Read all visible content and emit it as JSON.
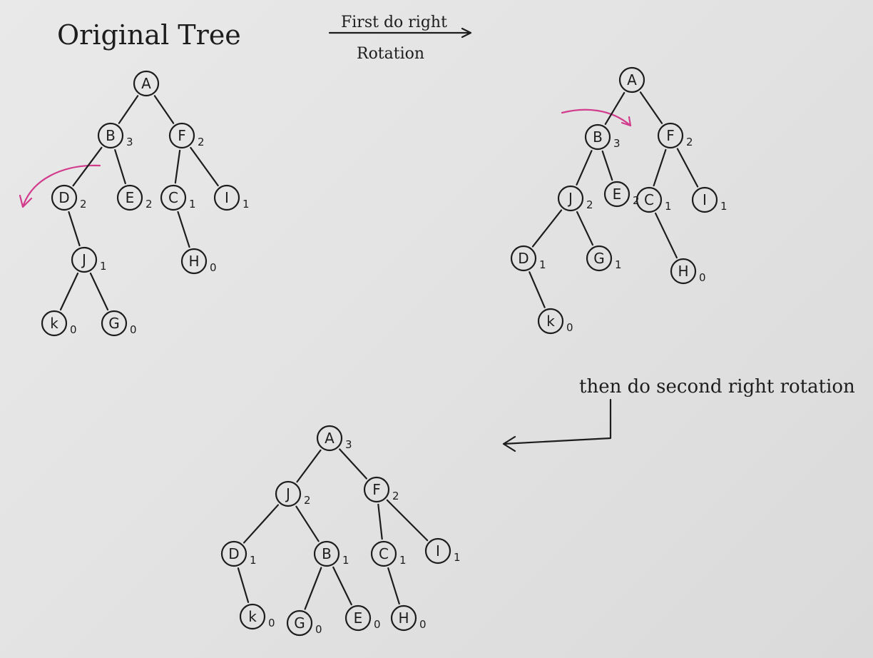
{
  "headings": {
    "original": "Original Tree",
    "step1_line1": "First do right",
    "step1_line2": "Rotation",
    "step2": "then do second right rotation"
  },
  "colors": {
    "ink": "#1d1d1d",
    "arrow": "#d23c8c"
  },
  "trees": [
    {
      "id": "original",
      "nodes": [
        {
          "id": "A",
          "label": "A",
          "height": ""
        },
        {
          "id": "B",
          "label": "B",
          "height": "3"
        },
        {
          "id": "F",
          "label": "F",
          "height": "2"
        },
        {
          "id": "D",
          "label": "D",
          "height": "2"
        },
        {
          "id": "E",
          "label": "E",
          "height": "2"
        },
        {
          "id": "C",
          "label": "C",
          "height": "1"
        },
        {
          "id": "I",
          "label": "I",
          "height": "1"
        },
        {
          "id": "J",
          "label": "J",
          "height": "1"
        },
        {
          "id": "H",
          "label": "H",
          "height": "0"
        },
        {
          "id": "K",
          "label": "k",
          "height": "0"
        },
        {
          "id": "G",
          "label": "G",
          "height": "0"
        }
      ],
      "edges": [
        [
          "A",
          "B"
        ],
        [
          "A",
          "F"
        ],
        [
          "B",
          "D"
        ],
        [
          "B",
          "E"
        ],
        [
          "F",
          "C"
        ],
        [
          "F",
          "I"
        ],
        [
          "D",
          "J"
        ],
        [
          "C",
          "H"
        ],
        [
          "J",
          "K"
        ],
        [
          "J",
          "G"
        ]
      ]
    },
    {
      "id": "after-first",
      "nodes": [
        {
          "id": "A",
          "label": "A",
          "height": ""
        },
        {
          "id": "B",
          "label": "B",
          "height": "3"
        },
        {
          "id": "F",
          "label": "F",
          "height": "2"
        },
        {
          "id": "J",
          "label": "J",
          "height": "2"
        },
        {
          "id": "E",
          "label": "E",
          "height": "2"
        },
        {
          "id": "C",
          "label": "C",
          "height": "1"
        },
        {
          "id": "I",
          "label": "I",
          "height": "1"
        },
        {
          "id": "D",
          "label": "D",
          "height": "1"
        },
        {
          "id": "G",
          "label": "G",
          "height": "1"
        },
        {
          "id": "H",
          "label": "H",
          "height": "0"
        },
        {
          "id": "K",
          "label": "k",
          "height": "0"
        }
      ],
      "edges": [
        [
          "A",
          "B"
        ],
        [
          "A",
          "F"
        ],
        [
          "B",
          "J"
        ],
        [
          "B",
          "E"
        ],
        [
          "F",
          "C"
        ],
        [
          "F",
          "I"
        ],
        [
          "J",
          "D"
        ],
        [
          "J",
          "G"
        ],
        [
          "C",
          "H"
        ],
        [
          "D",
          "K"
        ]
      ]
    },
    {
      "id": "after-second",
      "nodes": [
        {
          "id": "A",
          "label": "A",
          "height": "3"
        },
        {
          "id": "J",
          "label": "J",
          "height": "2"
        },
        {
          "id": "F",
          "label": "F",
          "height": "2"
        },
        {
          "id": "D",
          "label": "D",
          "height": "1"
        },
        {
          "id": "B",
          "label": "B",
          "height": "1"
        },
        {
          "id": "C",
          "label": "C",
          "height": "1"
        },
        {
          "id": "I",
          "label": "I",
          "height": "1"
        },
        {
          "id": "K",
          "label": "k",
          "height": "0"
        },
        {
          "id": "G",
          "label": "G",
          "height": "0"
        },
        {
          "id": "E",
          "label": "E",
          "height": "0"
        },
        {
          "id": "H",
          "label": "H",
          "height": "0"
        }
      ],
      "edges": [
        [
          "A",
          "J"
        ],
        [
          "A",
          "F"
        ],
        [
          "J",
          "D"
        ],
        [
          "J",
          "B"
        ],
        [
          "F",
          "C"
        ],
        [
          "F",
          "I"
        ],
        [
          "D",
          "K"
        ],
        [
          "B",
          "G"
        ],
        [
          "B",
          "E"
        ],
        [
          "C",
          "H"
        ]
      ]
    }
  ]
}
